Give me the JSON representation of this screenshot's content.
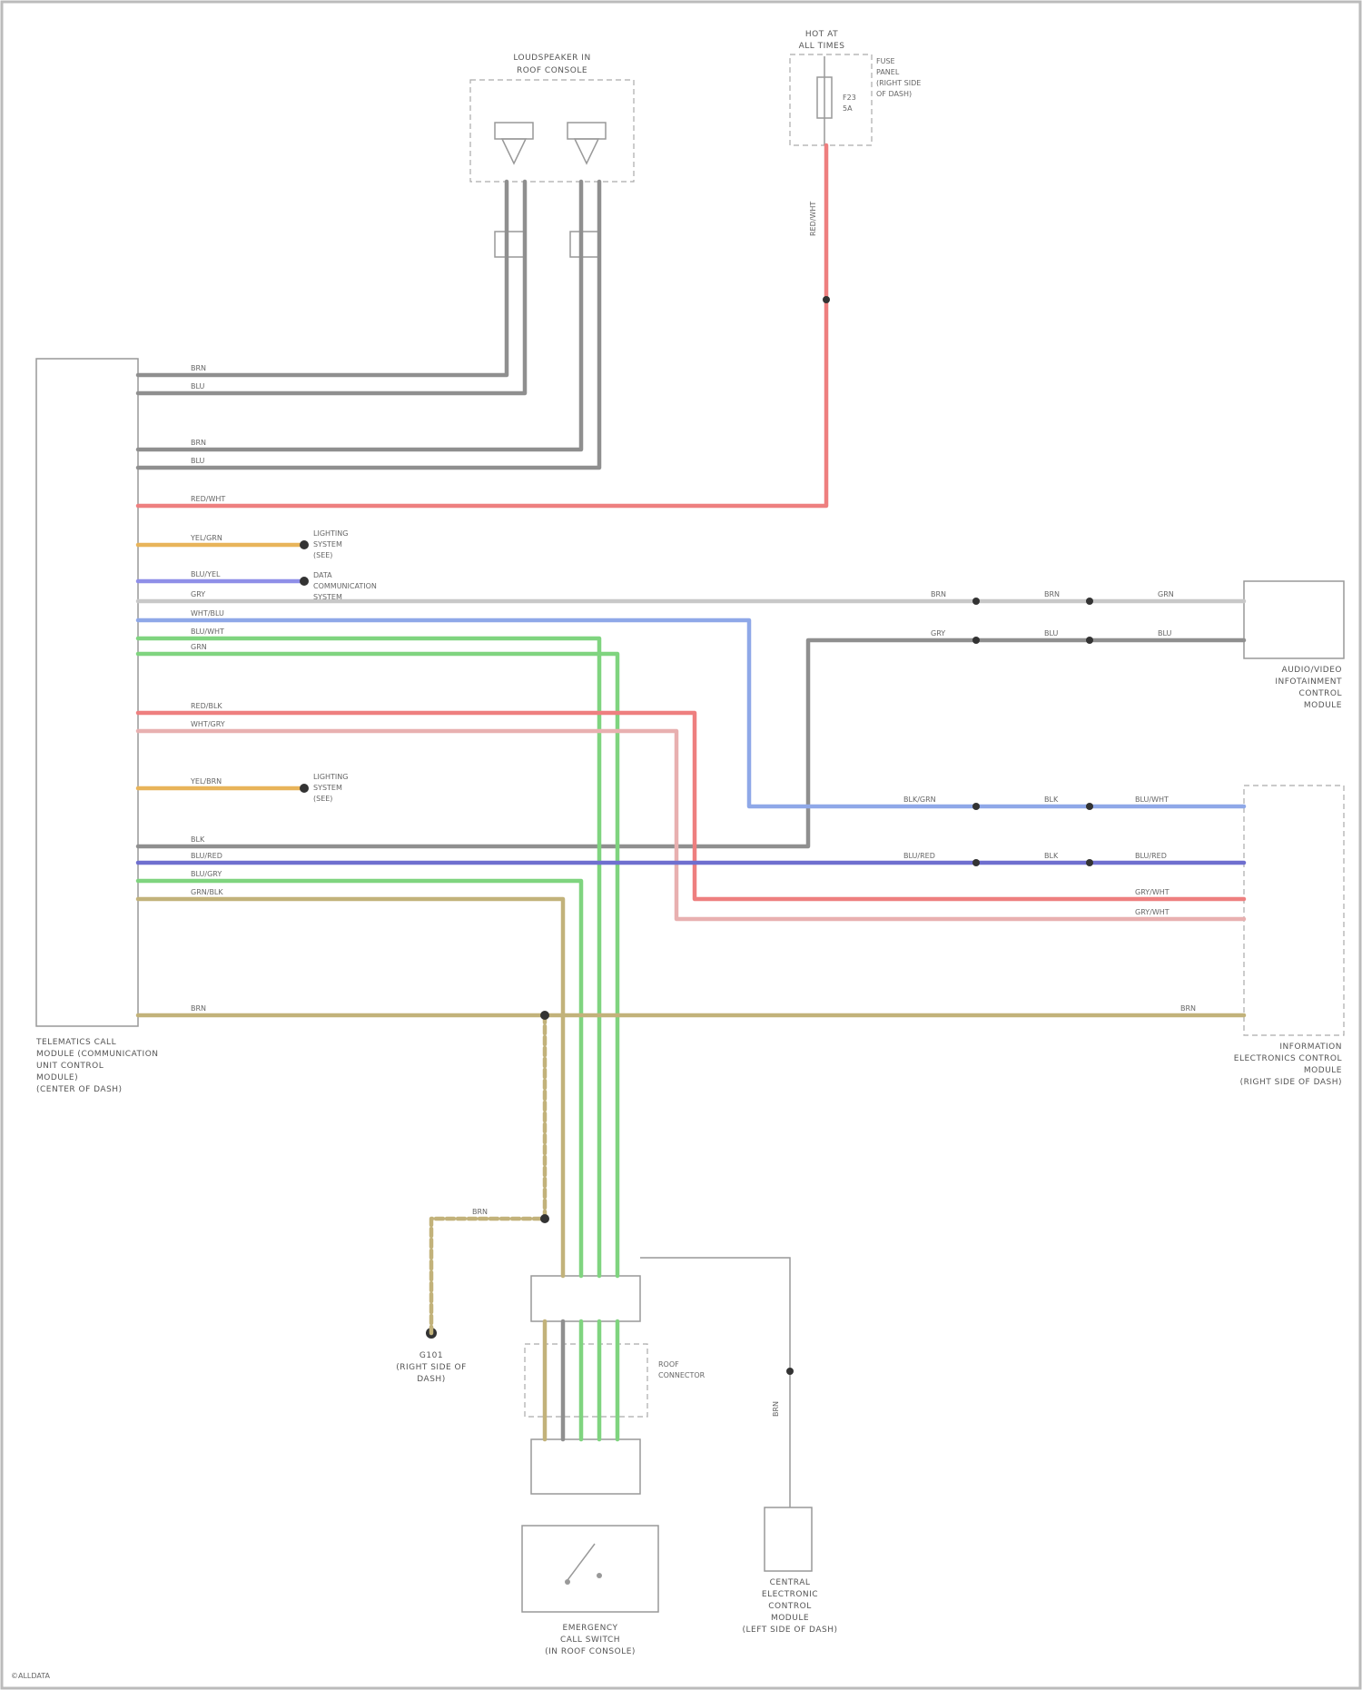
{
  "colors": {
    "gray": "#8f8f8f",
    "red": "#ee7f7f",
    "orange": "#e8b45a",
    "blue": "#8f8fe8",
    "green": "#7fd47f",
    "tan": "#c2b27a",
    "pink": "#e8b0b0",
    "lightgray": "#c8c8c8",
    "frame": "#bbbbbb"
  },
  "components": {
    "left_module": [
      "TELEMATICS CALL",
      "MODULE (COMMUNICATION",
      "UNIT CONTROL",
      "MODULE)",
      "(CENTER OF DASH)"
    ],
    "speakers": [
      "LOUDSPEAKER IN",
      "ROOF CONSOLE"
    ],
    "fuse": [
      "HOT AT",
      "ALL TIMES"
    ],
    "fuse_detail": [
      "FUSE",
      "PANEL",
      "(RIGHT SIDE",
      "OF DASH)"
    ],
    "right_upper": [
      "AUDIO/VIDEO",
      "INFOTAINMENT",
      "CONTROL",
      "MODULE"
    ],
    "right_lower": [
      "INFORMATION",
      "ELECTRONICS CONTROL",
      "MODULE",
      "(RIGHT SIDE OF DASH)"
    ],
    "emergency_switch": [
      "EMERGENCY",
      "CALL SWITCH",
      "(IN ROOF CONSOLE)"
    ],
    "bottom_right_module": [
      "CENTRAL",
      "ELECTRONIC",
      "CONTROL",
      "MODULE",
      "(LEFT SIDE OF DASH)"
    ],
    "ground": [
      "G101",
      "(RIGHT SIDE OF",
      "DASH)"
    ],
    "roof_connector": [
      "ROOF",
      "CONNECTOR"
    ],
    "to_lighting_1": [
      "LIGHTING",
      "SYSTEM",
      "(SEE)"
    ],
    "to_lighting_2": [
      "LIGHTING",
      "SYSTEM",
      "(SEE)"
    ],
    "to_canbus": [
      "DATA",
      "COMMUNICATION",
      "SYSTEM"
    ]
  },
  "wires": {
    "w1": "BRN",
    "w2": "BLU",
    "w3": "BRN",
    "w4": "BLU",
    "w5": "RED/WHT",
    "w6": "YEL/GRN",
    "w7": "BLU/YEL",
    "w8": "GRY",
    "w9": "WHT/BLU",
    "w10": "BLU/WHT",
    "w11": "GRN",
    "w12": "RED/BLK",
    "w13": "WHT/GRY",
    "w14": "YEL/BRN",
    "w15": "BLK",
    "w16": "BLU/RED",
    "w17": "BLU/GRY",
    "w18": "GRN/BLK",
    "w19": "BRN",
    "r1": "BRN",
    "r2": "BRN",
    "r3": "GRN",
    "r4": "GRY",
    "r5": "BLU",
    "r6": "BLU",
    "r7": "BLK/GRN",
    "r8": "BLK",
    "r9": "BLU/WHT",
    "r10": "BLU/RED",
    "r11": "BLK",
    "r12": "BLU/RED",
    "r13": "GRY/WHT",
    "r14": "GRY/WHT",
    "r15": "BRN",
    "fuse_wire": "RED/WHT",
    "fuse_id": "F23",
    "fuse_amp": "5A",
    "ground_wire": "BRN",
    "cecm_wire": "BRN"
  },
  "footer": "©ALLDATA"
}
